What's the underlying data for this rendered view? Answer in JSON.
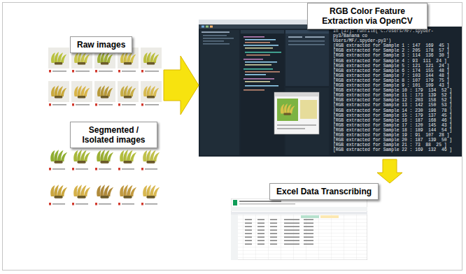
{
  "diagram": {
    "nodes": [
      {
        "text": [
          "Raw images"
        ]
      },
      {
        "text": [
          "Segmented / Isolated images"
        ]
      },
      {
        "text": [
          "RGB Color Feature Extraction via OpenCV"
        ]
      },
      {
        "text": [
          "Excel Data Transcribing"
        ]
      }
    ],
    "edges": [
      {
        "from": 0,
        "to": 2,
        "arrow": "to"
      },
      {
        "from": 2,
        "to": 3,
        "arrow": "to"
      }
    ],
    "labels": [
      "In [37]: runfile('C:/Users/MF/.spyder-py3/Banana co",
      "Users/MF/.spyder-py3')",
      "[RGB extracted for Sample 1 : 147  169  45 ]",
      "[RGB extracted for Sample 2 : 205  178  57 ]",
      "[RGB extracted for Sample 3 : 114  136  30 ]",
      "[RGB extracted for Sample 4 : 93  111  24 ]",
      "[RGB extracted for Sample 5 : 121  121  24 ]",
      "[RGB extracted for Sample 6 : 174  155  48 ]",
      "[RGB extracted for Sample 7 : 103  144  48 ]",
      "[RGB extracted for Sample 8 : 107  179  75 ]",
      "[RGB extracted for Sample 9 : 101  109  43 ]",
      "[RGB extracted for Sample 10 : 179  134  52 ]",
      "[RGB extracted for Sample 11 : 173  139  52 ]",
      "[RGB extracted for Sample 12 : 203  158  52 ]",
      "[RGB extracted for Sample 13 : 142  150  53 ]",
      "[RGB extracted for Sample 14 : 230  198  78 ]",
      "[RGB extracted for Sample 15 : 179  137  45 ]",
      "[RGB extracted for Sample 16 : 187  168  46 ]",
      "[RGB extracted for Sample 17 : 120  145  43 ]",
      "[RGB extracted for Sample 18 : 189  144  54 ]",
      "[RGB extracted for Sample 19 : 91  107  28 ]",
      "[RGB extracted for Sample 20 : 187  139  50 ]",
      "[RGB extracted for Sample 21 : 73  88  25 ]",
      "[RGB extracted for Sample 22 : 169  132  46 ]"
    ]
  }
}
